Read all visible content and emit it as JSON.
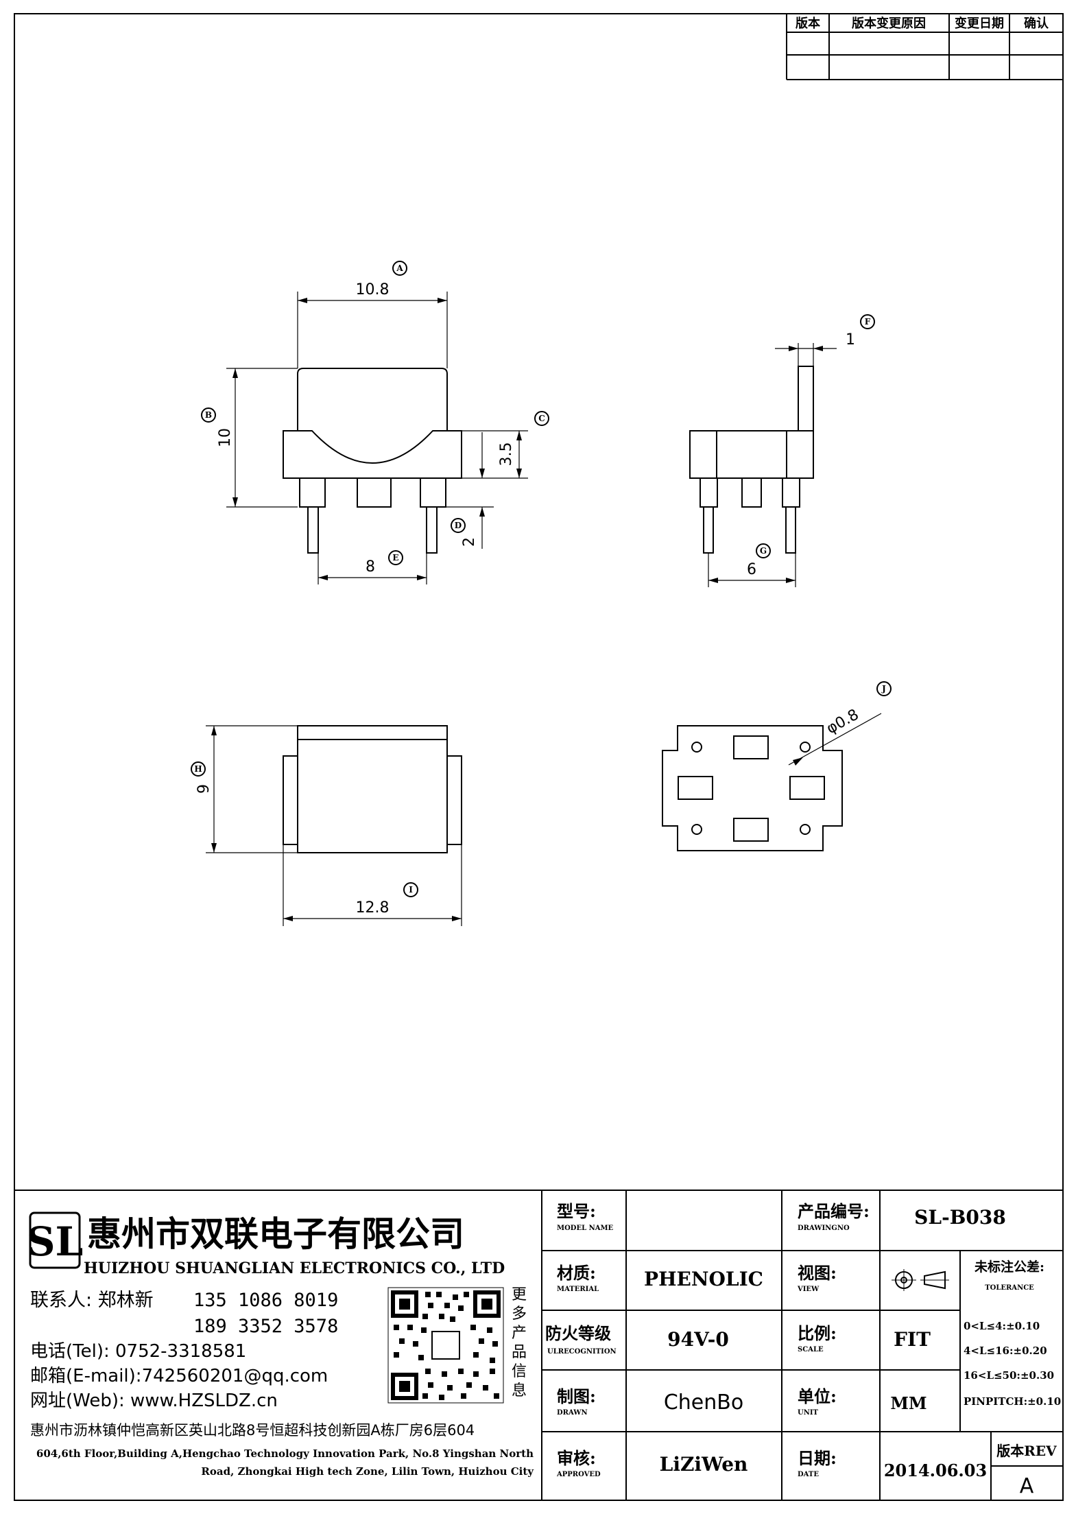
{
  "revision_table": {
    "headers": [
      "版本",
      "版本变更原因",
      "变更日期",
      "确认"
    ]
  },
  "dimensions": {
    "d_10_8": "10.8",
    "d_10": "10",
    "d_3_5": "3.5",
    "d_2": "2",
    "d_8": "8",
    "d_1": "1",
    "d_6": "6",
    "d_9": "9",
    "d_12_8": "12.8",
    "d_phi": "φ0.8"
  },
  "markers": {
    "A": "A",
    "B": "B",
    "C": "C",
    "D": "D",
    "E": "E",
    "F": "F",
    "G": "G",
    "H": "H",
    "I": "I",
    "J": "J"
  },
  "company": {
    "logo_letters": "SL",
    "name_cn": "惠州市双联电子有限公司",
    "name_en": "HUIZHOU SHUANGLIAN ELECTRONICS CO., LTD",
    "contact_label": "联系人: 郑林新",
    "phone1": "135 1086 8019",
    "phone2": "189 3352 3578",
    "tel": "电话(Tel): 0752-3318581",
    "email": "邮箱(E-mail):742560201@qq.com",
    "web": "网址(Web): www.HZSLDZ.cn",
    "qr_side": [
      "更",
      "多",
      "产",
      "品",
      "信",
      "息"
    ],
    "address_cn": "惠州市沥林镇仲恺高新区英山北路8号恒超科技创新园A栋厂房6层604",
    "address_en_1": "604,6th Floor,Building A,Hengchao Technology Innovation Park, No.8 Yingshan North",
    "address_en_2": "Road, Zhongkai High tech Zone, Lilin Town, Huizhou City"
  },
  "title_block": {
    "model_label": "型号:",
    "model_sub": "MODEL NAME",
    "model_value": "",
    "drawing_label": "产品编号:",
    "drawing_sub": "DRAWINGNO",
    "drawing_value": "SL-B038",
    "material_label": "材质:",
    "material_sub": "MATERIAL",
    "material_value": "PHENOLIC",
    "view_label": "视图:",
    "view_sub": "VIEW",
    "tolerance_label": "未标注公差:",
    "tolerance_sub": "TOLERANCE",
    "fire_label": "防火等级",
    "fire_sub": "ULRECOGNITION",
    "fire_value": "94V-0",
    "scale_label": "比例:",
    "scale_sub": "SCALE",
    "scale_value": "FIT",
    "tol_1": "0<L≤4:±0.10",
    "tol_2": "4<L≤16:±0.20",
    "tol_3": "16<L≤50:±0.30",
    "tol_4": "PINPITCH:±0.10",
    "drawn_label": "制图:",
    "drawn_sub": "DRAWN",
    "drawn_value": "ChenBo",
    "unit_label": "单位:",
    "unit_sub": "UNIT",
    "unit_value": "MM",
    "approved_label": "审核:",
    "approved_sub": "APPROVED",
    "approved_value": "LiZiWen",
    "date_label": "日期:",
    "date_sub": "DATE",
    "date_value": "2014.06.03",
    "rev_label": "版本REV",
    "rev_value": "A"
  }
}
